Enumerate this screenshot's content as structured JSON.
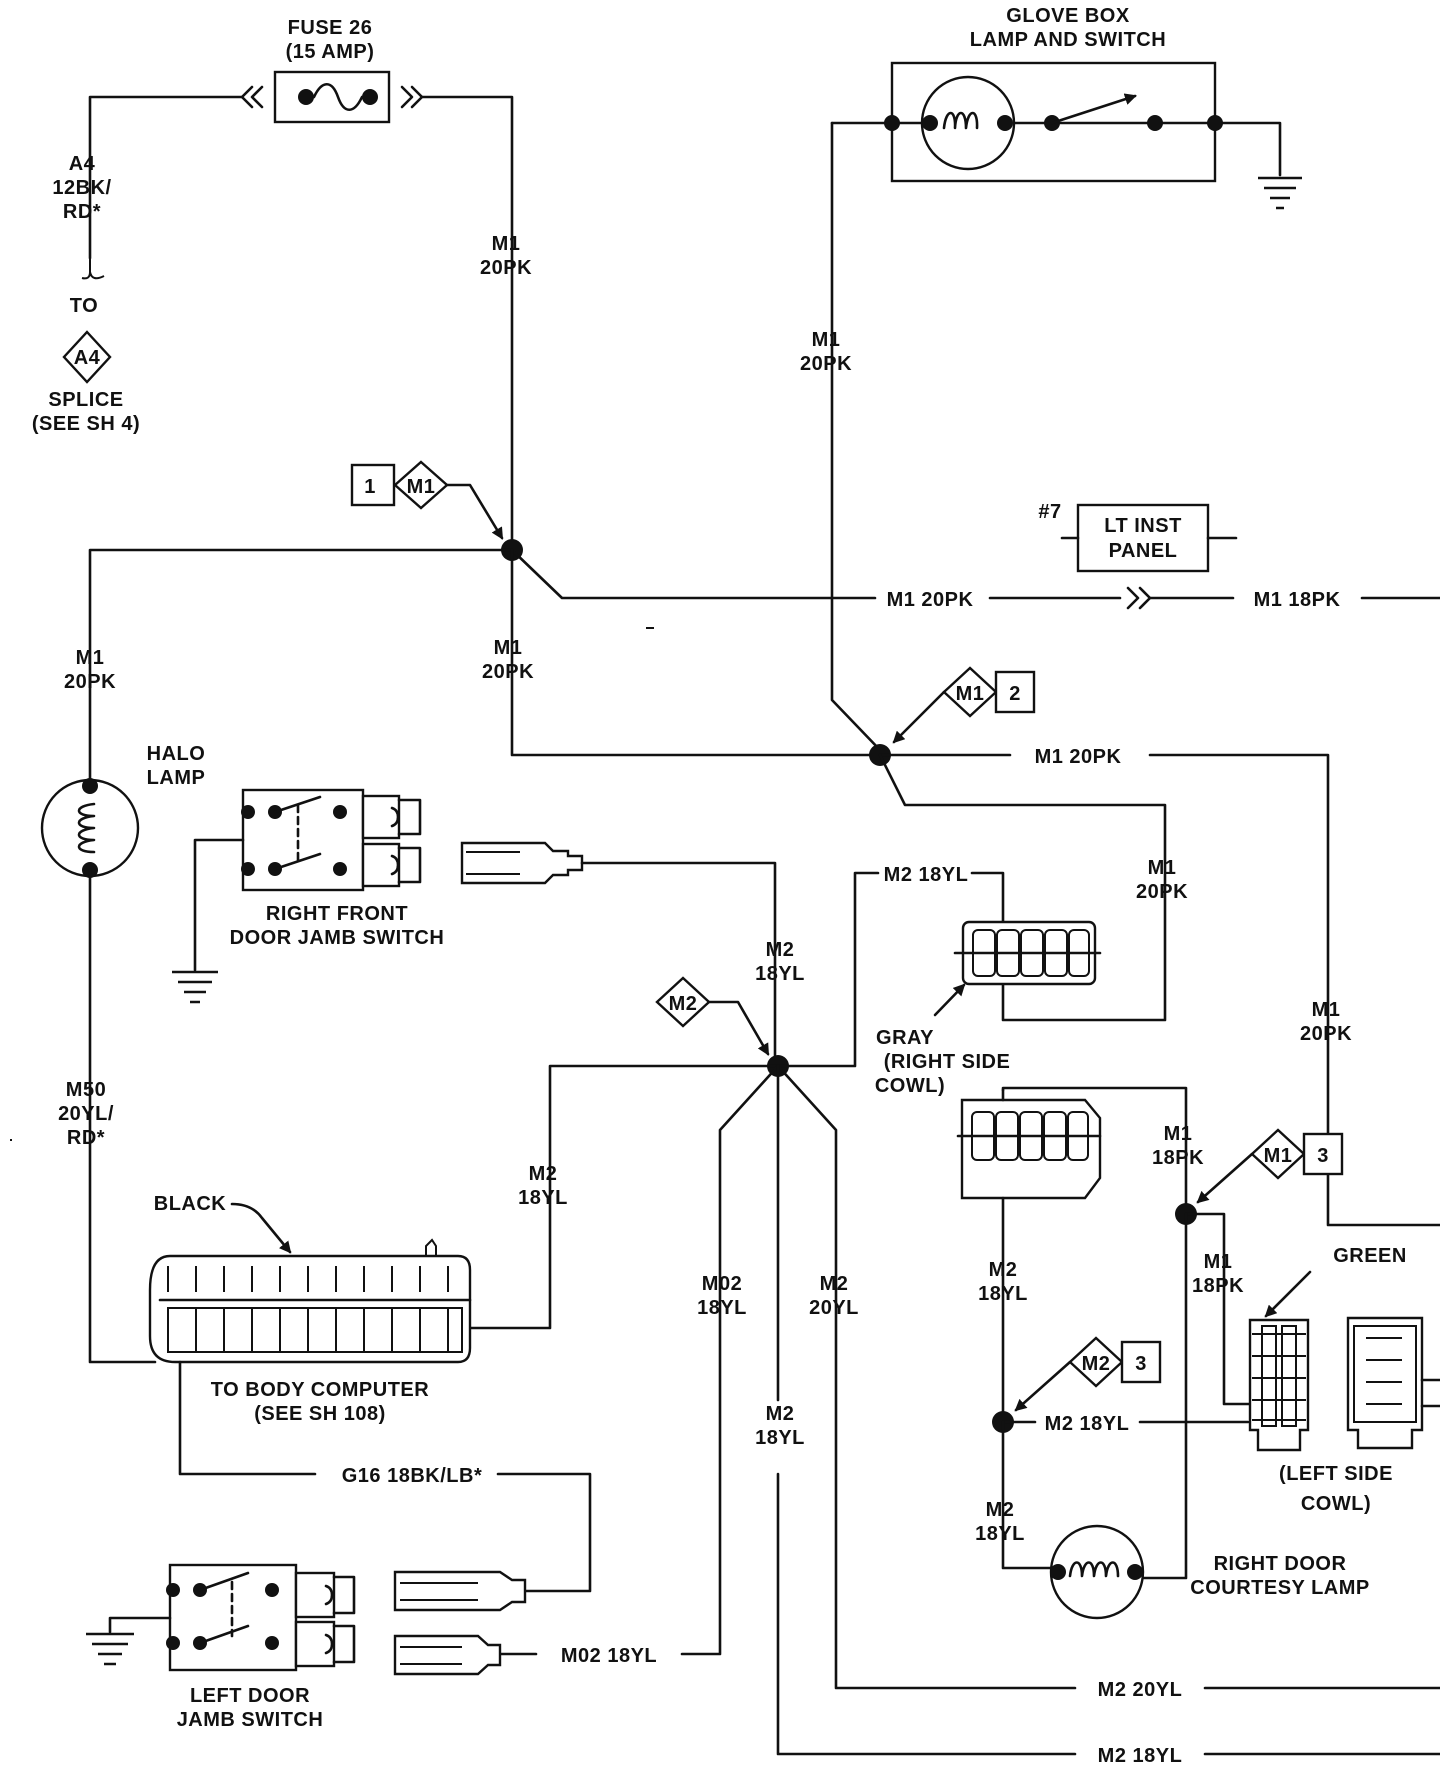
{
  "fuse": {
    "name": "FUSE 26",
    "rating": "(15 AMP)"
  },
  "glovebox": {
    "line1": "GLOVE BOX",
    "line2": "LAMP AND SWITCH"
  },
  "a4_wire": {
    "l1": "A4",
    "l2": "12BK/",
    "l3": "RD*"
  },
  "splice_a4": {
    "to": "TO",
    "id": "A4",
    "l1": "SPLICE",
    "l2": "(SEE SH 4)"
  },
  "wire_labels": {
    "m1_top_l1": "M1",
    "m1_top_l2": "20PK",
    "m1_glove_l1": "M1",
    "m1_glove_l2": "20PK",
    "m1_horiz": "M1 20PK",
    "m1_18pk": "M1 18PK",
    "m1_left_l1": "M1",
    "m1_left_l2": "20PK",
    "m1_mid_l1": "M1",
    "m1_mid_l2": "20PK",
    "m1_mid_horiz": "M1 20PK",
    "m1_gray_l1": "M1",
    "m1_gray_l2": "20PK",
    "m1_right_l1": "M1",
    "m1_right_l2": "20PK",
    "m1_18pk_a_l1": "M1",
    "m1_18pk_a_l2": "18PK",
    "m1_18pk_b_l1": "M1",
    "m1_18pk_b_l2": "18PK",
    "m50_l1": "M50",
    "m50_l2": "20YL/",
    "m50_l3": "RD*",
    "m2_18yl_top": "M2 18YL",
    "m2_center_l1": "M2",
    "m2_center_l2": "18YL",
    "m2_left_l1": "M2",
    "m2_left_l2": "18YL",
    "m02_l1": "M02",
    "m02_l2": "18YL",
    "m2_20yl_l1": "M2",
    "m2_20yl_l2": "20YL",
    "m2_low_l1": "M2",
    "m2_low_l2": "18YL",
    "m2_cowl_l1": "M2",
    "m2_cowl_l2": "18YL",
    "m2_cowl_horiz": "M2 18YL",
    "m2_lamp_l1": "M2",
    "m2_lamp_l2": "18YL",
    "g16": "G16 18BK/LB*",
    "m02_horiz": "M02 18YL",
    "m2_20yl_horiz": "M2 20YL",
    "m2_18yl_bottom": "M2 18YL"
  },
  "lt_inst_panel": {
    "ref": "#7",
    "l1": "LT INST",
    "l2": "PANEL"
  },
  "refs": {
    "r1_num": "1",
    "r1_id": "M1",
    "r2_id": "M1",
    "r2_num": "2",
    "r3_id": "M1",
    "r3_num": "3",
    "r4_id": "M2",
    "r5_id": "M2",
    "r5_num": "3"
  },
  "halo": {
    "l1": "HALO",
    "l2": "LAMP"
  },
  "rf_switch": {
    "l1": "RIGHT FRONT",
    "l2": "DOOR JAMB SWITCH"
  },
  "gray_conn": {
    "l1": "GRAY",
    "l2": "(RIGHT SIDE",
    "l3": "COWL)"
  },
  "green_conn": {
    "label": "GREEN",
    "l1": "(LEFT SIDE",
    "l2": "COWL)"
  },
  "body_computer": {
    "black": "BLACK",
    "l1": "TO BODY COMPUTER",
    "l2": "(SEE SH 108)"
  },
  "courtesy": {
    "l1": "RIGHT DOOR",
    "l2": "COURTESY LAMP"
  },
  "left_switch": {
    "l1": "LEFT DOOR",
    "l2": "JAMB SWITCH"
  }
}
